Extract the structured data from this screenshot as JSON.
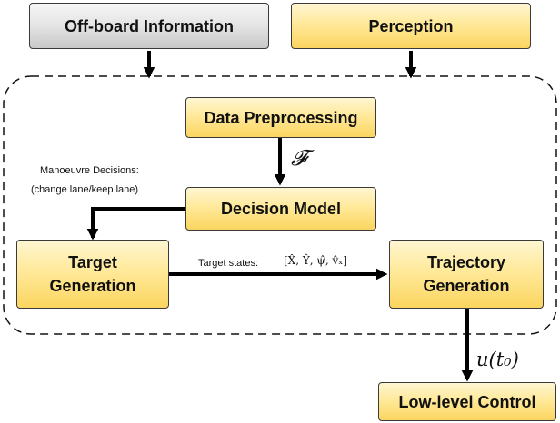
{
  "blocks": {
    "offboard": "Off-board Information",
    "perception": "Perception",
    "data_preprocessing": "Data Preprocessing",
    "decision_model": "Decision Model",
    "target_generation": "Target\nGeneration",
    "trajectory_generation": "Trajectory\nGeneration",
    "low_level_control": "Low-level Control"
  },
  "annotations": {
    "features_symbol": "𝓕",
    "manoeuvre_line1": "Manoeuvre Decisions:",
    "manoeuvre_line2": "(change lane/keep lane)",
    "target_states_label": "Target states:",
    "target_states_vector": "[X̂, Ŷ, ψ̂, v̂ₓ]",
    "control_output": "u(t₀)"
  },
  "colors": {
    "block_fill": "#ffe99a",
    "block_fill_dark": "#fbd560",
    "grey_block_fill": "#e4e4e4",
    "arrow": "#000000"
  }
}
